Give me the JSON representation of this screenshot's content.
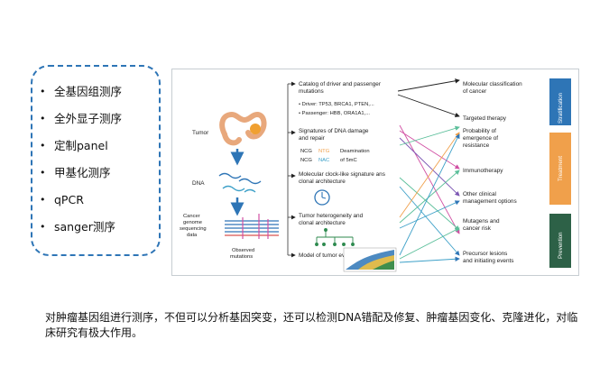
{
  "list": {
    "items": [
      "全基因组测序",
      "全外显子测序",
      "定制panel",
      "甲基化测序",
      "qPCR",
      "sanger测序"
    ]
  },
  "figure": {
    "left": {
      "tumor": "Tumor",
      "dna": "DNA",
      "cancer_data": [
        "Cancer",
        "genome",
        "sequencing",
        "data"
      ],
      "observed": [
        "Observed",
        "mutations"
      ]
    },
    "middle": {
      "catalog": [
        "Catalog of driver and passenger",
        "mutations"
      ],
      "driver": "• Driver: TP53, BRCA1, PTEN,...",
      "passenger": "• Passenger: HBB, ORA1A1,...",
      "signatures": [
        "Signatures of DNA damage",
        "and repair"
      ],
      "ncg": "NCG",
      "ntg": "NTG",
      "deamination": "Deamination",
      "ncg2": "NCG",
      "nac": "NAC",
      "of5mc": "of 5mC",
      "clock": [
        "Molecular clock-like signature ans",
        "clonal architecture"
      ],
      "heterogeneity": [
        "Tumor heterogeneity and",
        "clonal architecture"
      ],
      "evolution": "Model of tumor evolution"
    },
    "right": {
      "mol_class": [
        "Molecular classification",
        "of cancer"
      ],
      "targeted": "Targeted therapy",
      "prob": [
        "Probability of",
        "emergence of",
        "resistance"
      ],
      "immuno": "Immunotherapy",
      "other": [
        "Other clinical",
        "management options"
      ],
      "mutagens": [
        "Mutagens and",
        "cancer risk"
      ],
      "precursor": [
        "Precursor lesions",
        "and initiating events"
      ]
    },
    "bars": {
      "stratification": "Stratification",
      "treatment": "Treatment",
      "prevention": "Prevention"
    },
    "colors": {
      "blue_bar": "#2e75b6",
      "orange_bar": "#f0a04b",
      "green_bar": "#2d6147",
      "accent_blue": "#2e75b6"
    }
  },
  "caption": "对肿瘤基因组进行测序，不但可以分析基因突变，还可以检测DNA错配及修复、肿瘤基因变化、克隆进化，对临床研究有极大作用。"
}
